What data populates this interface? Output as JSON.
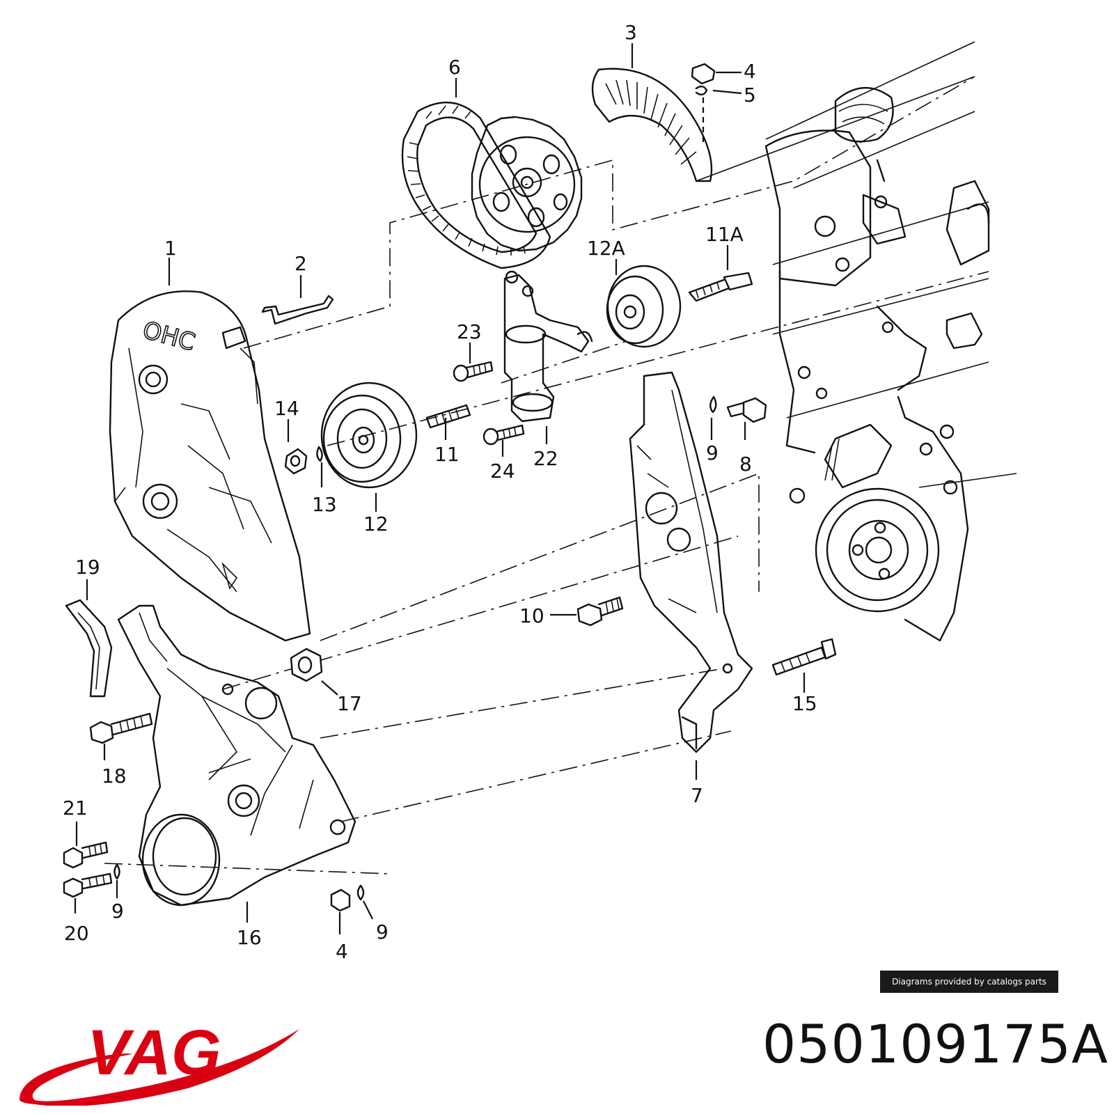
{
  "diagram": {
    "cover_marking": "OHC",
    "callouts": [
      {
        "id": "c1",
        "label": "1"
      },
      {
        "id": "c2",
        "label": "2"
      },
      {
        "id": "c3",
        "label": "3"
      },
      {
        "id": "c4a",
        "label": "4"
      },
      {
        "id": "c5",
        "label": "5"
      },
      {
        "id": "c6",
        "label": "6"
      },
      {
        "id": "c12a",
        "label": "12A"
      },
      {
        "id": "c11a",
        "label": "11A"
      },
      {
        "id": "c23",
        "label": "23"
      },
      {
        "id": "c14",
        "label": "14"
      },
      {
        "id": "c13",
        "label": "13"
      },
      {
        "id": "c12",
        "label": "12"
      },
      {
        "id": "c11",
        "label": "11"
      },
      {
        "id": "c22",
        "label": "22"
      },
      {
        "id": "c24",
        "label": "24"
      },
      {
        "id": "c9a",
        "label": "9"
      },
      {
        "id": "c8",
        "label": "8"
      },
      {
        "id": "c10",
        "label": "10"
      },
      {
        "id": "c19",
        "label": "19"
      },
      {
        "id": "c17",
        "label": "17"
      },
      {
        "id": "c15",
        "label": "15"
      },
      {
        "id": "c18",
        "label": "18"
      },
      {
        "id": "c7",
        "label": "7"
      },
      {
        "id": "c21",
        "label": "21"
      },
      {
        "id": "c9b",
        "label": "9"
      },
      {
        "id": "c20",
        "label": "20"
      },
      {
        "id": "c16",
        "label": "16"
      },
      {
        "id": "c4b",
        "label": "4"
      },
      {
        "id": "c9c",
        "label": "9"
      }
    ]
  },
  "credit": "Diagrams provided by catalogs parts",
  "brand": {
    "logo": "VAG",
    "color": "#d90012"
  },
  "part_number": "050109175A"
}
